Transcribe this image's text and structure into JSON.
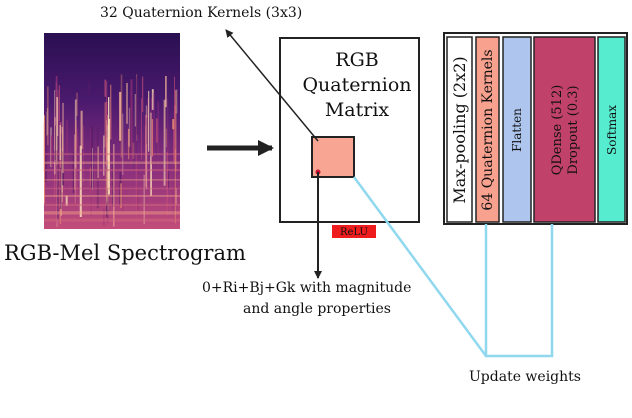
{
  "diagram": {
    "kernels_label": "32 Quaternion Kernels (3x3)",
    "spectrogram_label": "RGB-Mel Spectrogram",
    "matrix_title": {
      "line1": "RGB",
      "line2": "Quaternion",
      "line3": "Matrix"
    },
    "relu_label": "ReLU",
    "quaternion_formula": {
      "line1": "0+Ri+Bj+Gk with magnitude",
      "line2": "and angle properties"
    },
    "layers": [
      {
        "label": "Max-pooling (2x2)",
        "color": "#ffffff"
      },
      {
        "label": "64 Quaternion Kernels",
        "color": "#f8a18f"
      },
      {
        "label": "Flatten",
        "color": "#aec6ee"
      },
      {
        "label_line1": "QDense (512)",
        "label_line2": "Dropout (0.3)",
        "color": "#c0416a"
      },
      {
        "label": "Softmax",
        "color": "#56ecd0"
      }
    ],
    "update_weights_label": "Update weights",
    "colors": {
      "kernel_fill": "#f8a594",
      "relu_fill": "#ee1c1c",
      "feedback_line": "#8fd8ee",
      "arrow": "#222222",
      "spectrogram_bg": "#1e0b3a",
      "spectrogram_hot": "#f7b89a",
      "spectrogram_mid": "#b0397a"
    }
  }
}
